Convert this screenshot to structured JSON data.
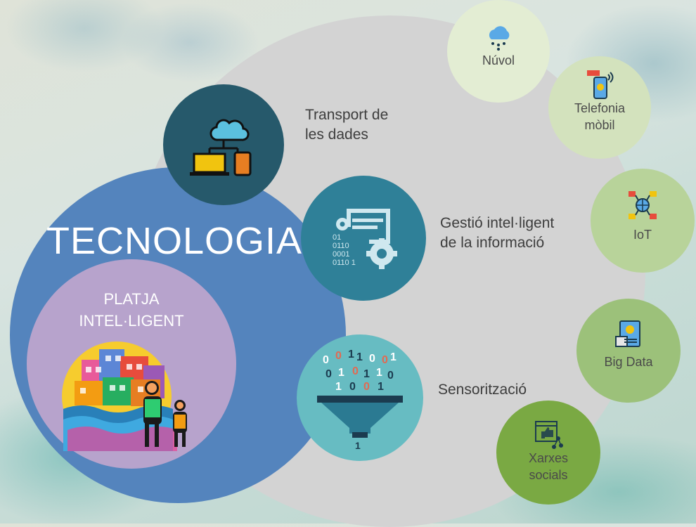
{
  "tecnologia": {
    "title": "TECNOLOGIA"
  },
  "platja": {
    "line1": "PLATJA",
    "line2": "INTEL·LIGENT"
  },
  "hubs": {
    "transport": {
      "line1": "Transport de",
      "line2": "les dades",
      "icon": "cloud-laptop-phone-icon"
    },
    "gestio": {
      "line1": "Gestió intel·ligent",
      "line2": "de la informació",
      "icon": "document-gears-binary-icon"
    },
    "sensor": {
      "label": "Sensorització",
      "icon": "data-funnel-icon"
    }
  },
  "satellites": {
    "nuvol": {
      "line1": "Núvol",
      "icon": "cloud-network-icon"
    },
    "telefonia": {
      "line1": "Telefonia",
      "line2": "mòbil",
      "icon": "smartphone-touch-icon"
    },
    "iot": {
      "line1": "IoT",
      "icon": "connected-globe-icon"
    },
    "bigdata": {
      "line1": "Big Data",
      "icon": "data-dashboard-icon"
    },
    "xarxes": {
      "line1": "Xarxes",
      "line2": "socials",
      "icon": "social-share-icon"
    }
  },
  "colors": {
    "big_circle": "#d3d3d3",
    "tecnologia": "#5484bd",
    "platja": "#b7a3cc",
    "transport": "#26596b",
    "gestio": "#2f8098",
    "sensor": "#67bcc2",
    "nuvol": "#e3edd3",
    "telefonia": "#d3e2bd",
    "iot": "#b8d39a",
    "bigdata": "#9cc17a",
    "xarxes": "#7aa943"
  }
}
